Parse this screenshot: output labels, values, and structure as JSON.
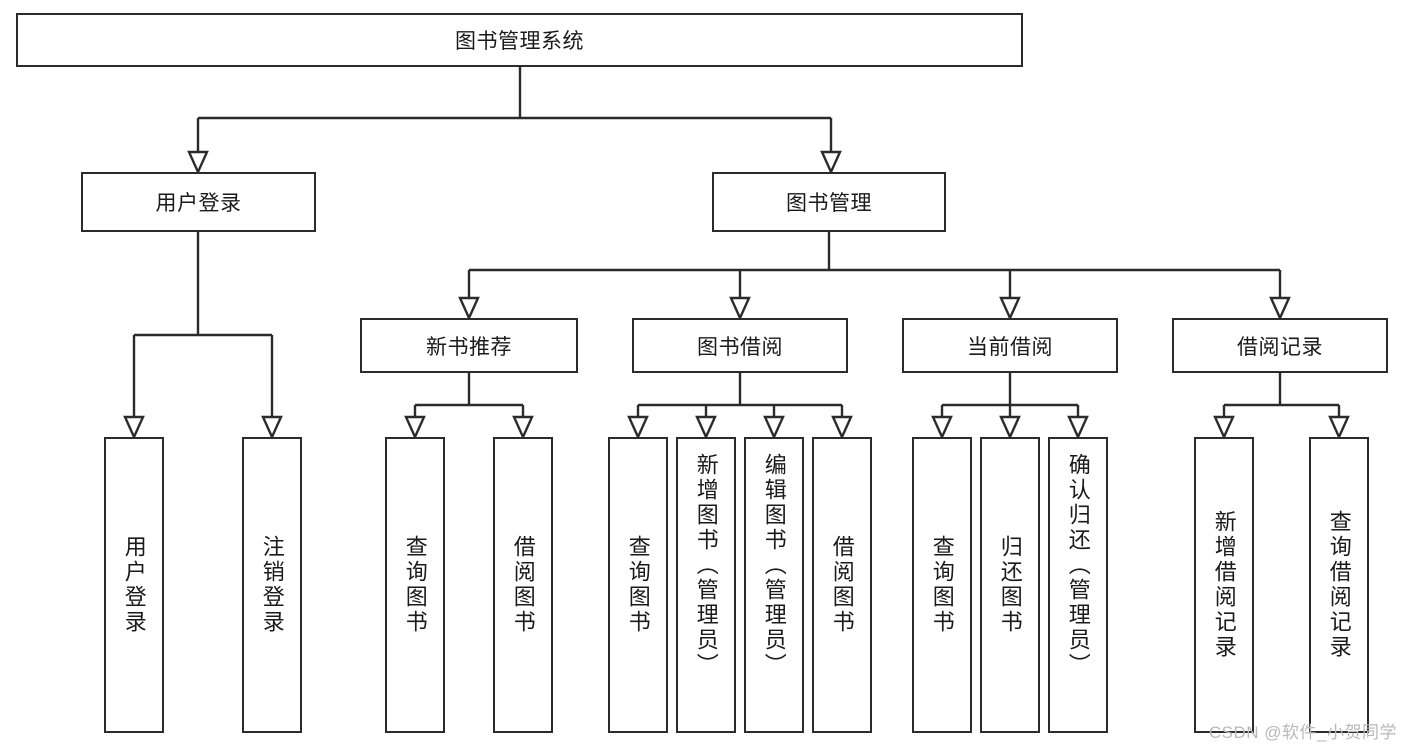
{
  "diagram": {
    "title": "图书管理系统",
    "type": "hierarchy-tree",
    "root": {
      "label": "图书管理系统"
    },
    "level1": [
      {
        "label": "用户登录"
      },
      {
        "label": "图书管理"
      }
    ],
    "level2": [
      {
        "label": "新书推荐"
      },
      {
        "label": "图书借阅"
      },
      {
        "label": "当前借阅"
      },
      {
        "label": "借阅记录"
      }
    ],
    "leaves": {
      "user_login": [
        {
          "label": "用户登录"
        },
        {
          "label": "注销登录"
        }
      ],
      "new_book_recommend": [
        {
          "label": "查询图书"
        },
        {
          "label": "借阅图书"
        }
      ],
      "book_borrow": [
        {
          "label": "查询图书"
        },
        {
          "label": "新增图书（管理员）"
        },
        {
          "label": "编辑图书（管理员）"
        },
        {
          "label": "借阅图书"
        }
      ],
      "current_borrow": [
        {
          "label": "查询图书"
        },
        {
          "label": "归还图书"
        },
        {
          "label": "确认归还（管理员）"
        }
      ],
      "borrow_records": [
        {
          "label": "新增借阅记录"
        },
        {
          "label": "查询借阅记录"
        }
      ]
    }
  },
  "watermark": {
    "text": "CSDN @软件_小贺同学"
  },
  "colors": {
    "stroke": "#2b2b2b",
    "background": "#ffffff",
    "text": "#1a1a1a",
    "watermark": "#b9b9b9"
  }
}
